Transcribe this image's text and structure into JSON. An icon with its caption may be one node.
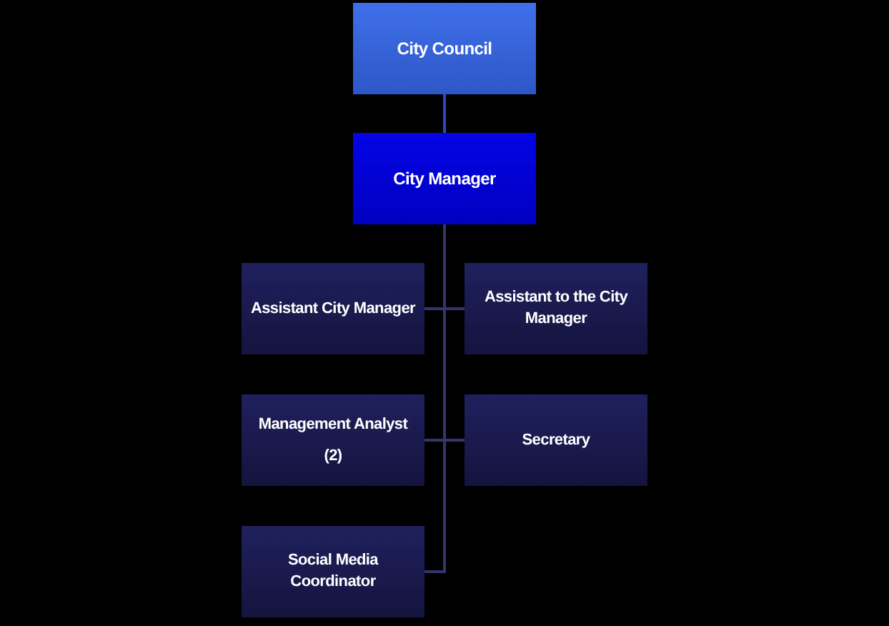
{
  "diagram": {
    "nodes": [
      {
        "text": [
          "City Council"
        ]
      },
      {
        "text": [
          "City Manager"
        ]
      },
      {
        "text": [
          "Assistant City Manager"
        ]
      },
      {
        "text": [
          "Assistant to the City Manager"
        ]
      },
      {
        "text": [
          "Management Analyst (2)"
        ]
      },
      {
        "text": [
          "Secretary"
        ]
      },
      {
        "text": [
          "Social Media Coordinator"
        ]
      }
    ],
    "edges": [
      {
        "from": 0,
        "to": 1,
        "arrow": "none",
        "color": "#2a48c8"
      },
      {
        "from": 1,
        "to": 2,
        "arrow": "none"
      },
      {
        "from": 1,
        "to": 3,
        "arrow": "none"
      },
      {
        "from": 1,
        "to": 4,
        "arrow": "none"
      },
      {
        "from": 1,
        "to": 5,
        "arrow": "none"
      },
      {
        "from": 1,
        "to": 6,
        "arrow": "none"
      }
    ]
  }
}
